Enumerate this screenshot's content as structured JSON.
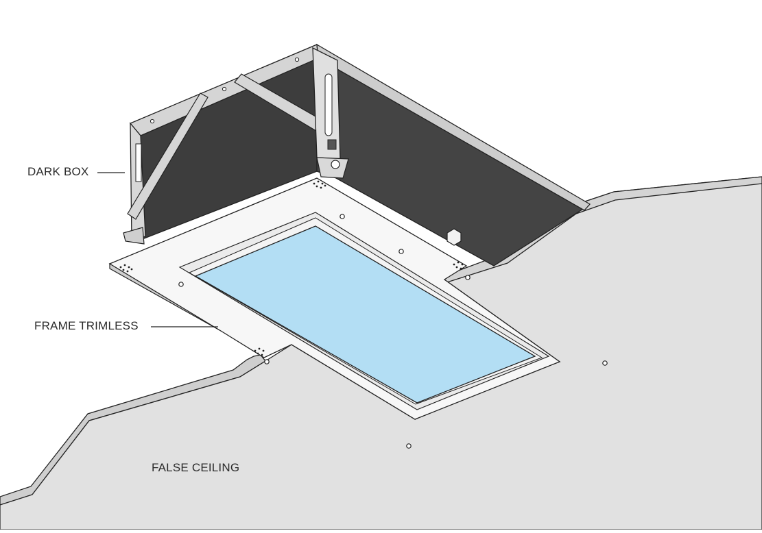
{
  "labels": {
    "dark_box": "DARK BOX",
    "frame_trimless": "FRAME TRIMLESS",
    "false_ceiling": "FALSE CEILING"
  },
  "colors": {
    "ceiling": "#e1e1e1",
    "frame": "#f7f7f7",
    "box_interior": "#3f3f3f",
    "bracket": "#d2d2d2",
    "glass": "#b3def4",
    "line": "#222222"
  }
}
